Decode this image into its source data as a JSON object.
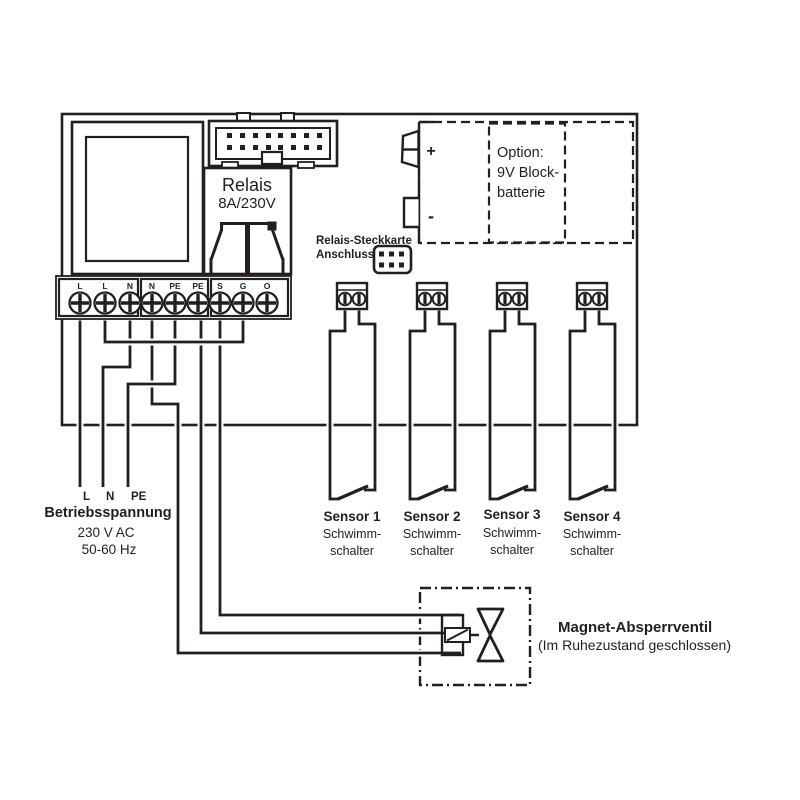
{
  "relay": {
    "line1": "Relais",
    "line2": "8A/230V"
  },
  "relay_card": {
    "line1": "Relais-Steckkarte",
    "line2": "Anschluss"
  },
  "battery": {
    "plus": "+",
    "minus": "-",
    "option_line1": "Option:",
    "option_line2": "9V Block-",
    "option_line3": "batterie"
  },
  "terminals": [
    "L",
    "L",
    "N",
    "N",
    "PE",
    "PE",
    "S",
    "G",
    "O"
  ],
  "power": {
    "l": "L",
    "n": "N",
    "pe": "PE",
    "title": "Betriebsspannung",
    "voltage": "230 V AC",
    "frequency": "50-60 Hz"
  },
  "sensors": [
    {
      "name": "Sensor 1",
      "type_line1": "Schwimm-",
      "type_line2": "schalter"
    },
    {
      "name": "Sensor 2",
      "type_line1": "Schwimm-",
      "type_line2": "schalter"
    },
    {
      "name": "Sensor 3",
      "type_line1": "Schwimm-",
      "type_line2": "schalter"
    },
    {
      "name": "Sensor 4",
      "type_line1": "Schwimm-",
      "type_line2": "schalter"
    }
  ],
  "valve": {
    "title": "Magnet-Absperrventil",
    "subtitle": "(Im Ruhezustand geschlossen)"
  },
  "colors": {
    "line": "#231f20",
    "background": "#ffffff"
  }
}
